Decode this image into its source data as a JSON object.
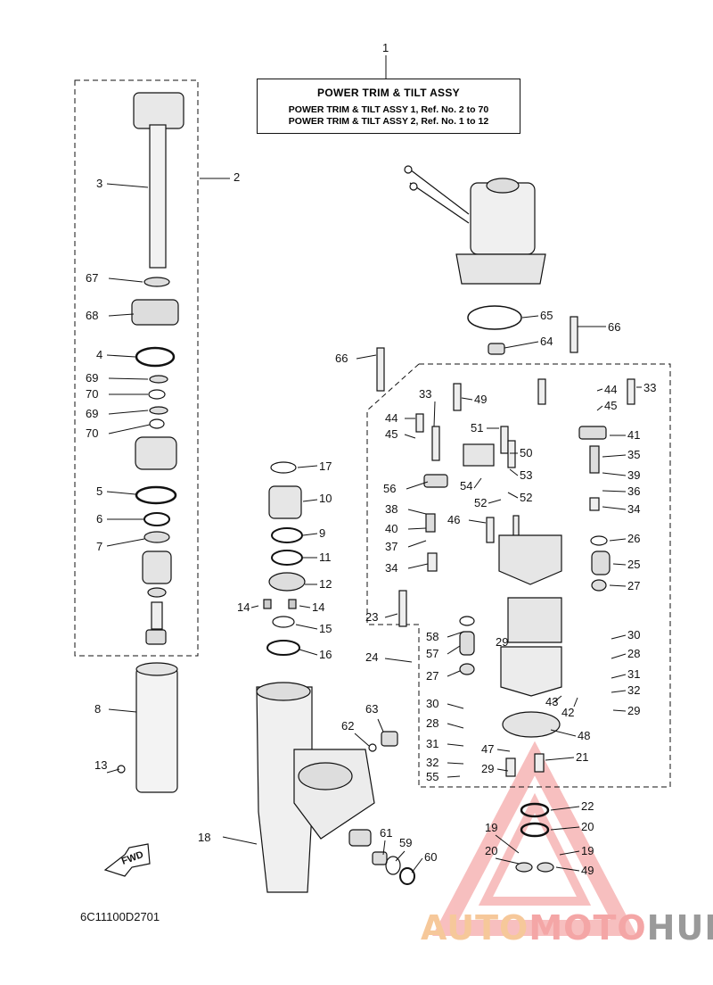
{
  "title": {
    "ref_no": "1",
    "line1": "POWER TRIM & TILT ASSY",
    "line2": "POWER TRIM & TILT ASSY 1, Ref. No. 2 to 70",
    "line3": "POWER TRIM & TILT ASSY 2, Ref. No. 1 to 12"
  },
  "diagram_code": "6C11100D2701",
  "fwd_label": "FWD",
  "watermark": {
    "part1": "AUTO",
    "part2": "MOTO",
    "part3": "HUB"
  },
  "callouts": [
    "2",
    "3",
    "67",
    "68",
    "4",
    "69",
    "70",
    "69",
    "70",
    "5",
    "6",
    "7",
    "8",
    "13",
    "18",
    "17",
    "10",
    "9",
    "11",
    "12",
    "14",
    "14",
    "15",
    "16",
    "62",
    "63",
    "61",
    "59",
    "60",
    "65",
    "64",
    "66",
    "66",
    "49",
    "33",
    "44",
    "45",
    "51",
    "50",
    "53",
    "54",
    "52",
    "52",
    "56",
    "38",
    "40",
    "37",
    "34",
    "46",
    "23",
    "44",
    "45",
    "33",
    "41",
    "35",
    "39",
    "36",
    "34",
    "26",
    "25",
    "27",
    "24",
    "58",
    "57",
    "27",
    "29",
    "30",
    "28",
    "31",
    "32",
    "29",
    "43",
    "42",
    "48",
    "47",
    "29",
    "30",
    "28",
    "31",
    "32",
    "55",
    "21",
    "22",
    "20",
    "19",
    "20",
    "19",
    "49"
  ],
  "colors": {
    "line": "#111111",
    "watermark_red": "#f28b8b",
    "watermark_orange": "#f6c89a",
    "watermark_gray": "#9a9a9a"
  }
}
